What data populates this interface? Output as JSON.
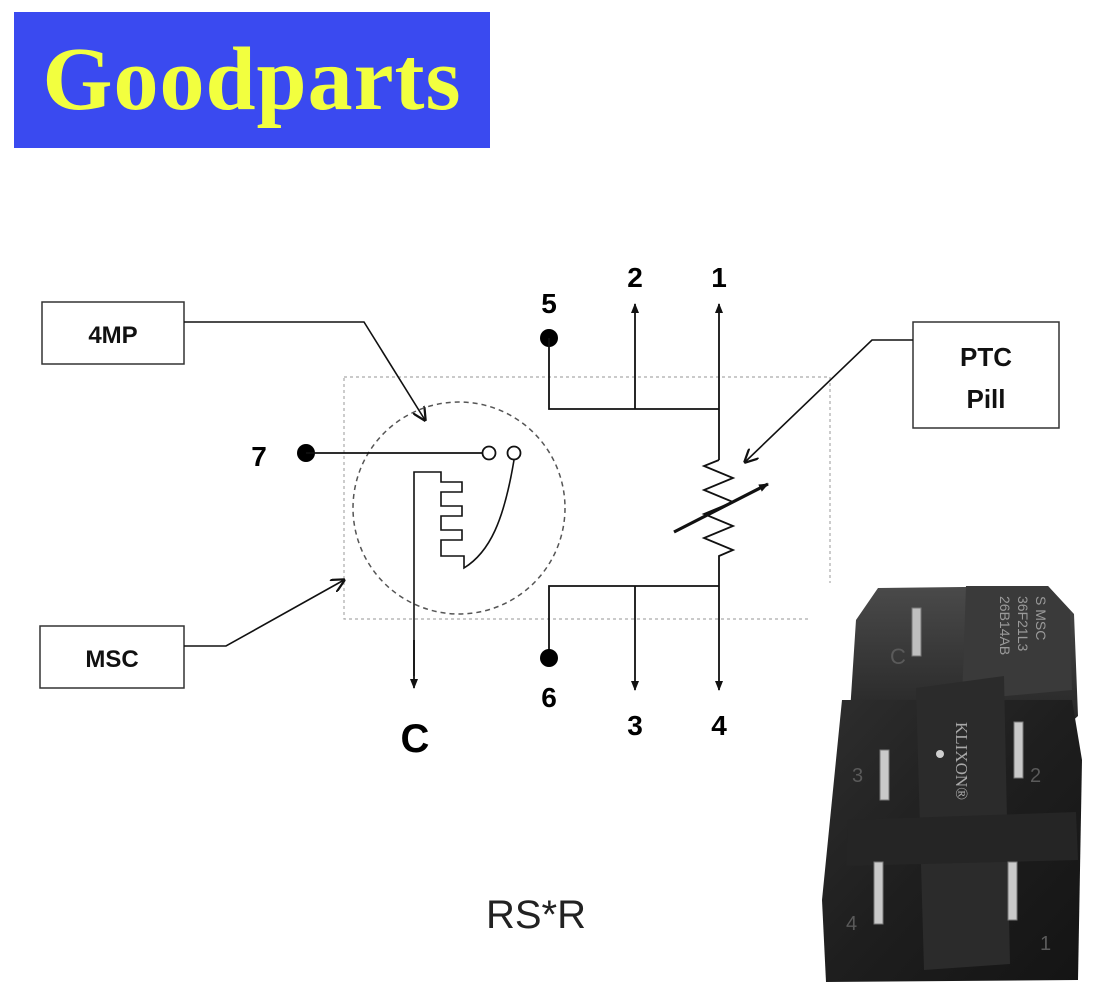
{
  "brand": {
    "text": "Goodparts",
    "bg": "#3a4af0",
    "fg": "#f2ff3f"
  },
  "labels": {
    "box_4mp": "4MP",
    "box_msc": "MSC",
    "box_ptc_line1": "PTC",
    "box_ptc_line2": "Pill",
    "terminal_1": "1",
    "terminal_2": "2",
    "terminal_3": "3",
    "terminal_4": "4",
    "terminal_5": "5",
    "terminal_6": "6",
    "terminal_7": "7",
    "terminal_c": "C",
    "model_code": "RS*R"
  },
  "photo": {
    "markings": {
      "top_line1": "S MSC",
      "top_line2": "36F21L3",
      "top_line3": "26B14AB",
      "brand": "KLIXON®",
      "c": "C",
      "n1": "1",
      "n2": "2",
      "n3": "3",
      "n4": "4"
    }
  }
}
